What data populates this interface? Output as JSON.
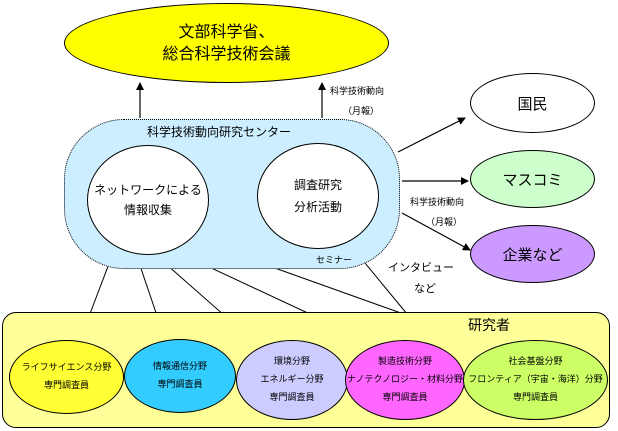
{
  "top": {
    "line1": "文部科学省、",
    "line2": "総合科学技術会議"
  },
  "top_arrow_label": {
    "line1": "科学技術動向",
    "line2": "（月報）"
  },
  "center": {
    "title": "科学技術動向研究センター",
    "left": {
      "line1": "ネットワークによる",
      "line2": "情報収集"
    },
    "right": {
      "line1": "調査研究",
      "line2": "分析活動"
    },
    "seminar": "セミナー"
  },
  "interview": {
    "line1": "インタビュー",
    "line2": "など"
  },
  "right_arrow_label": {
    "line1": "科学技術動向",
    "line2": "（月報）"
  },
  "targets": [
    {
      "label": "国民",
      "color": "#ffffff"
    },
    {
      "label": "マスコミ",
      "color": "#ccffcc"
    },
    {
      "label": "企業など",
      "color": "#cc99ff"
    }
  ],
  "researchers": {
    "title": "研究者",
    "groups": [
      {
        "line1": "ライフサイエンス分野",
        "line2": "専門調査員",
        "color": "#ffff33"
      },
      {
        "line1": "情報通信分野",
        "line2": "専門調査員",
        "color": "#33ccff"
      },
      {
        "line1": "環境分野",
        "line2": "エネルギー分野",
        "line3": "専門調査員",
        "color": "#ccccff"
      },
      {
        "line1": "製造技術分野",
        "line2": "ナノテクノロジー・材料分野",
        "line3": "専門調査員",
        "color": "#ff66ff"
      },
      {
        "line1": "社会基盤分野",
        "line2": "フロンティア（宇宙・海洋）分野",
        "line3": "専門調査員",
        "color": "#ccff66"
      }
    ]
  },
  "colors": {
    "top_ellipse": "#ffff00",
    "center_box": "#cceeff",
    "researcher_box": "#ffff99"
  }
}
